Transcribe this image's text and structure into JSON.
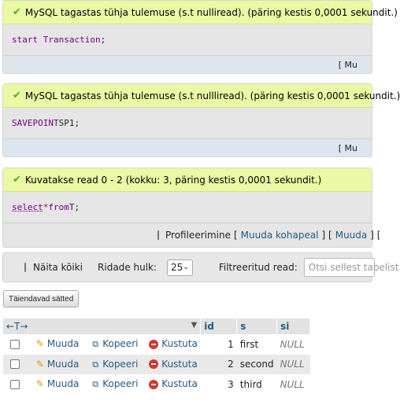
{
  "results": [
    {
      "message": "MySQL tagastas tühja tulemuse (s.t nulliread). (päring kestis 0,0001 sekundit.)",
      "sql_tokens": [
        {
          "text": "start Transaction",
          "cls": "kw"
        },
        {
          "text": ";",
          "cls": ""
        }
      ],
      "tail": "[ Mu"
    },
    {
      "message": "MySQL tagastas tühja tulemuse (s.t nullliread). (päring kestis 0,0001 sekundit.)",
      "sql_tokens": [
        {
          "text": "SAVEPOINT",
          "cls": "kw"
        },
        {
          "text": " SP1;",
          "cls": ""
        }
      ],
      "tail": "[ Mu"
    },
    {
      "message": "Kuvatakse read 0 - 2 (kokku: 3, päring kestis 0,0001 sekundit.)",
      "sql_tokens": [
        {
          "text": "select",
          "cls": "kw-u"
        },
        {
          "text": " ",
          "cls": ""
        },
        {
          "text": "*",
          "cls": "op"
        },
        {
          "text": " ",
          "cls": ""
        },
        {
          "text": "from",
          "cls": "kw"
        },
        {
          "text": " T;",
          "cls": ""
        }
      ]
    }
  ],
  "profiling": {
    "label": "Profileerimine",
    "bracket_open": "[",
    "edit_inline": "Muuda kohapeal",
    "sep": "] [",
    "edit": "Muuda",
    "bracket_tail": "] ["
  },
  "toolbar": {
    "show_all": "Näita kõiki",
    "row_count_label": "Ridade hulk:",
    "row_count_value": "25",
    "filter_label": "Filtreeritud read:",
    "filter_placeholder": "Otsi sellest tabelist"
  },
  "options_button": "Täiendavad sätted",
  "table": {
    "nav_arrows": "←T→",
    "columns": [
      "id",
      "s",
      "si"
    ],
    "actions": {
      "edit": "Muuda",
      "copy": "Kopeeri",
      "delete": "Kustuta"
    },
    "rows": [
      {
        "id": "1",
        "s": "first",
        "si": "NULL"
      },
      {
        "id": "2",
        "s": "second",
        "si": "NULL"
      },
      {
        "id": "3",
        "s": "third",
        "si": "NULL"
      }
    ]
  },
  "colors": {
    "success_bg": "#ebf8a4",
    "link": "#235a81",
    "sql_keyword": "#770088",
    "delete_icon": "#d9342b"
  },
  "icons": [
    "check-icon",
    "pencil-icon",
    "copy-icon",
    "delete-icon",
    "sort-arrow-icon",
    "chevron-down-icon"
  ]
}
